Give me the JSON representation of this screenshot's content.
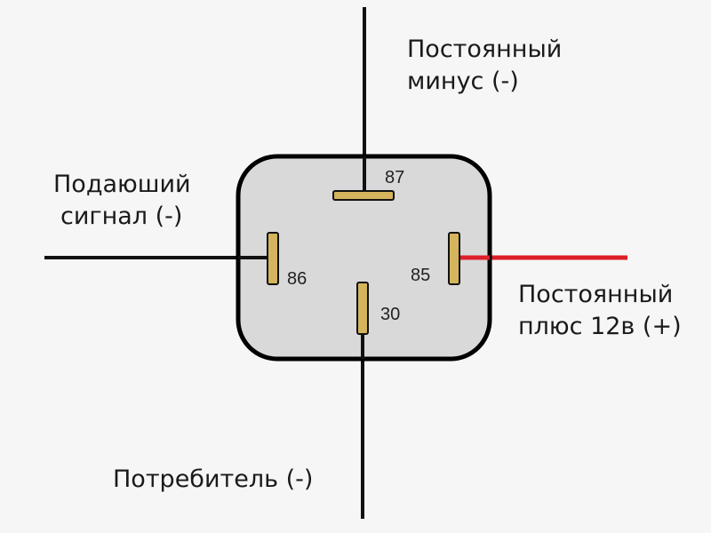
{
  "relay": {
    "pins": {
      "p87": "87",
      "p86": "86",
      "p85": "85",
      "p30": "30"
    }
  },
  "labels": {
    "top_right": {
      "line1": "Постоянный",
      "line2": "минус (-)"
    },
    "left": {
      "line1": "Подаюший",
      "line2": "сигнал (-)"
    },
    "right": {
      "line1": "Постоянный",
      "line2": "плюс 12в (+)"
    },
    "bottom": "Потребитель (-)"
  },
  "colors": {
    "background": "#f6f6f6",
    "relay_body": "#d9d9d9",
    "relay_border": "#000000",
    "pin": "#d4b45c",
    "wire": "#111111",
    "wire_positive": "#dd1f2a"
  }
}
